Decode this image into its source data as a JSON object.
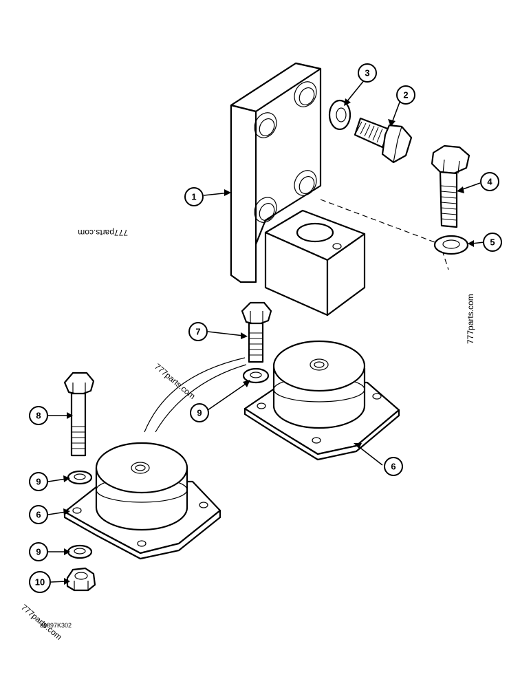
{
  "callouts": {
    "c1": "1",
    "c2": "2",
    "c3": "3",
    "c4": "4",
    "c5": "5",
    "c6a": "6",
    "c6b": "6",
    "c7": "7",
    "c8": "8",
    "c9a": "9",
    "c9b": "9",
    "c9c": "9",
    "c10": "10"
  },
  "watermarks": {
    "top_left": "777parts.com",
    "right": "777parts.com",
    "center": "777parts.com",
    "bottom_left": "777parts.com"
  },
  "figure_code": "86897K302"
}
